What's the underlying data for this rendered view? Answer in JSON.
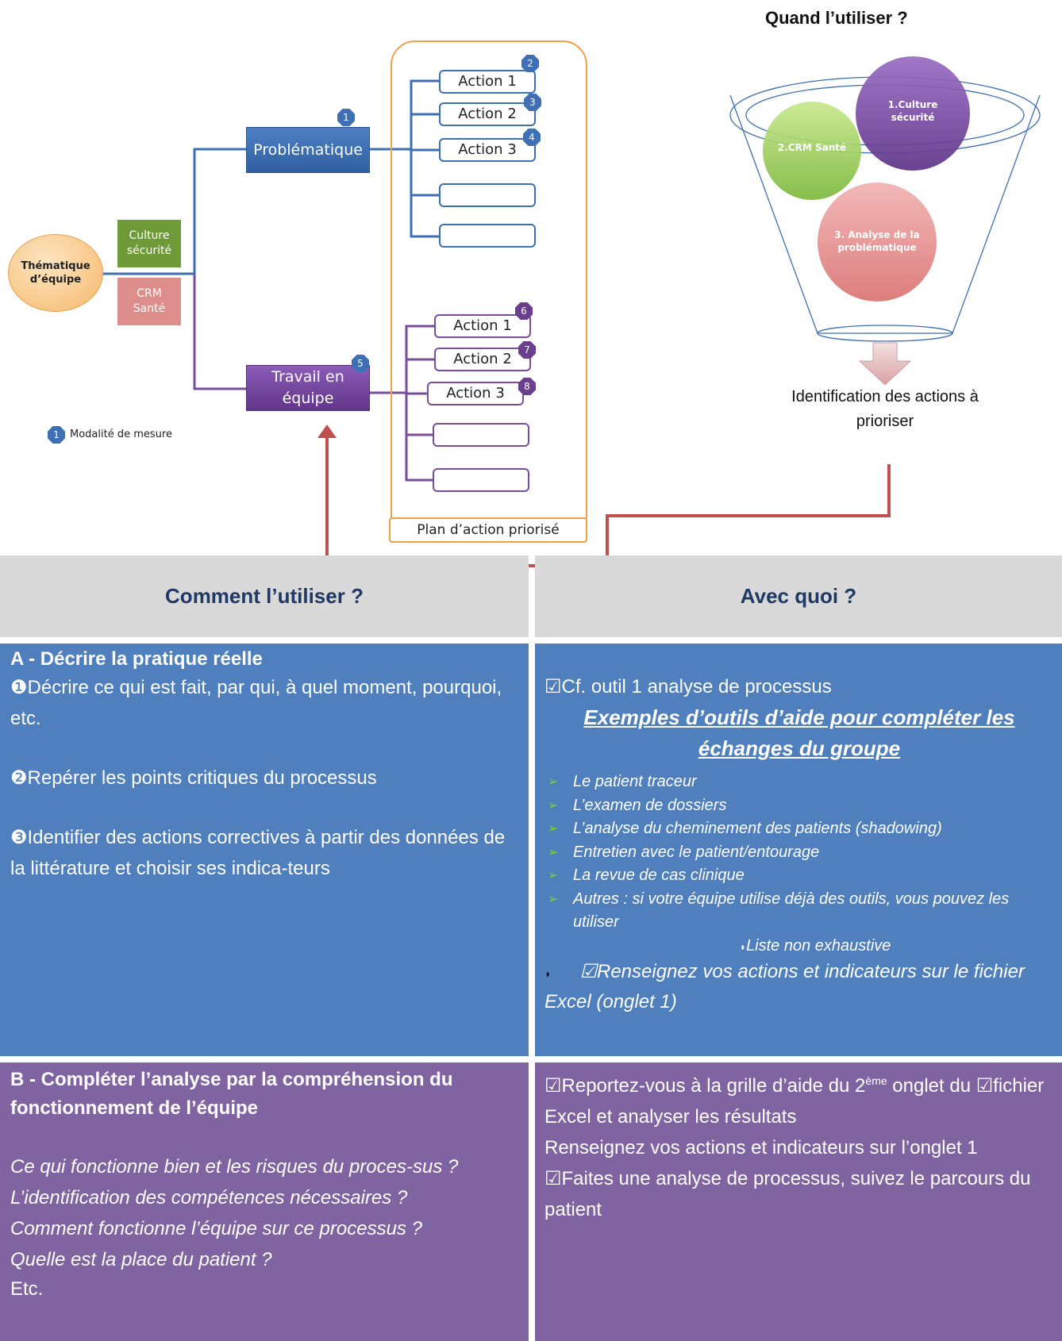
{
  "diagram": {
    "quand_title": "Quand l’utiliser ?",
    "thematique": "Thématique d’équipe",
    "culture": "Culture sécurité",
    "crm": "CRM Santé",
    "problematique": "Problématique",
    "travail": "Travail en équipe",
    "actions_top": [
      {
        "label": "Action 1",
        "num": "2"
      },
      {
        "label": "Action 2",
        "num": "3"
      },
      {
        "label": "Action 3",
        "num": "4"
      }
    ],
    "actions_bottom": [
      {
        "label": "Action 1",
        "num": "6"
      },
      {
        "label": "Action 2",
        "num": "7"
      },
      {
        "label": "Action 3",
        "num": "8"
      }
    ],
    "num_problematique": "1",
    "num_travail": "5",
    "legend_num": "1",
    "legend_text": "Modalité de mesure",
    "plan": "Plan d’action priorisé",
    "funnel_c1": "1.Culture sécurité",
    "funnel_c2": "2.CRM Santé",
    "funnel_c3": "3. Analyse de la problématique",
    "identification": "Identification des actions à prioriser",
    "colors": {
      "blue": "#3d6fb4",
      "purple": "#7a4c9c",
      "orange": "#f0a048",
      "red": "#c0504d"
    }
  },
  "table": {
    "head_left": "Comment l’utiliser ?",
    "head_right": "Avec quoi ?",
    "a_title": "A - Décrire la pratique réelle",
    "a_p1": "❶Décrire ce qui est fait, par qui, à quel moment, pourquoi, etc.",
    "a_p2": "❷Repérer les points critiques du processus",
    "a_p3": "❸Identifier des actions correctives à partir des données de la littérature et choisir ses indica-teurs",
    "a_right_line1": "☑Cf. outil 1 analyse de processus",
    "a_right_heading": "Exemples d’outils d’aide pour compléter les échanges du groupe",
    "a_right_list": [
      "Le patient traceur",
      "L’examen de dossiers",
      "L’analyse du cheminement des patients (shadowing)",
      "Entretien avec le patient/entourage",
      "La revue de cas clinique",
      "Autres : si votre équipe utilise déjà des outils, vous pouvez les utiliser"
    ],
    "a_right_note": "Liste non exhaustive",
    "a_right_last": "☑Renseignez vos actions et indicateurs sur le fichier Excel (onglet 1)",
    "b_title": "B - Compléter l’analyse par la compréhension du fonctionnement de l’équipe",
    "b_q1": "Ce qui fonctionne bien et les risques du proces-sus ?",
    "b_q2": "L’identification des compétences nécessaires ?",
    "b_q3": "Comment fonctionne l’équipe sur ce processus ?",
    "b_q4": "Quelle est la place du patient ?",
    "b_etc": "Etc.",
    "b_r1_pre": "☑Reportez-vous à la grille d’aide du 2",
    "b_r1_sup": "ème",
    "b_r1_post": " onglet du ☑fichier Excel et analyser les résultats",
    "b_r2": "Renseignez vos actions et indicateurs sur l’onglet 1",
    "b_r3": "☑Faites une analyse de processus, suivez le parcours du patient"
  }
}
